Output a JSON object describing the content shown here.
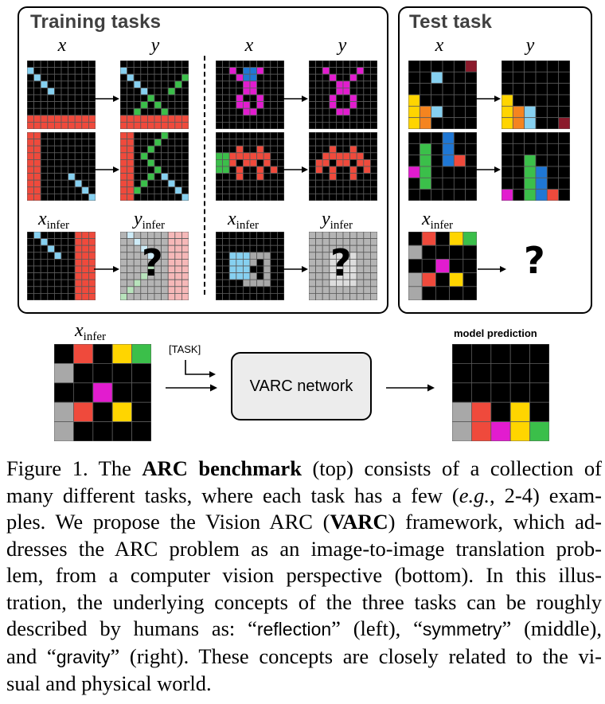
{
  "training_panel": {
    "title": "Training tasks",
    "col_x": "x",
    "col_y": "y",
    "infer_x_var": "x",
    "infer_y_var": "y",
    "infer_sub": "infer"
  },
  "test_panel": {
    "title": "Test task",
    "col_x": "x",
    "col_y": "y",
    "infer_x_var": "x",
    "infer_sub": "infer"
  },
  "bottom": {
    "infer_var": "x",
    "infer_sub": "infer",
    "task_token": "[TASK]",
    "network_label": "VARC network",
    "prediction_label": "model prediction"
  },
  "question_mark": "?",
  "colors": {
    "black": "#000000",
    "red": "#ef4a3c",
    "light_blue": "#86d0f0",
    "green": "#3bbf4a",
    "magenta": "#e21ccf",
    "yellow": "#ffd500",
    "orange": "#f5841f",
    "maroon": "#8b1a2b",
    "blue": "#1f77d4",
    "gray": "#a8a8a8",
    "grid_line": "#5a5a5a",
    "network_box": "#ececec",
    "panel_title": "#404040"
  },
  "caption": {
    "figure_label": "Figure 1.",
    "l1_a": "The",
    "l1_bold": "ARC benchmark",
    "l1_b": "(top) consists of a collection of",
    "l2_a": "many different tasks, where each task has a few (",
    "l2_eg": "e.g.",
    "l2_b": ", 2-4) exam-",
    "l3_a": "ples. We propose the Vision ARC (",
    "l3_bold": "VARC",
    "l3_b": ") framework, which ad-",
    "l4": "dresses the ARC problem as an image-to-image translation prob-",
    "l5": "lem, from a computer vision perspective (bottom).  In this illus-",
    "l6": "tration, the underlying concepts of the three tasks can be roughly",
    "l7_a": "described by humans as: “",
    "l7_c1": "reflection",
    "l7_b": "” (left), “",
    "l7_c2": "symmetry",
    "l7_c": "” (middle),",
    "l8_a": "and “",
    "l8_c3": "gravity",
    "l8_b": "” (right). These concepts are closely related to the vi-",
    "l9": "sual and physical world."
  }
}
